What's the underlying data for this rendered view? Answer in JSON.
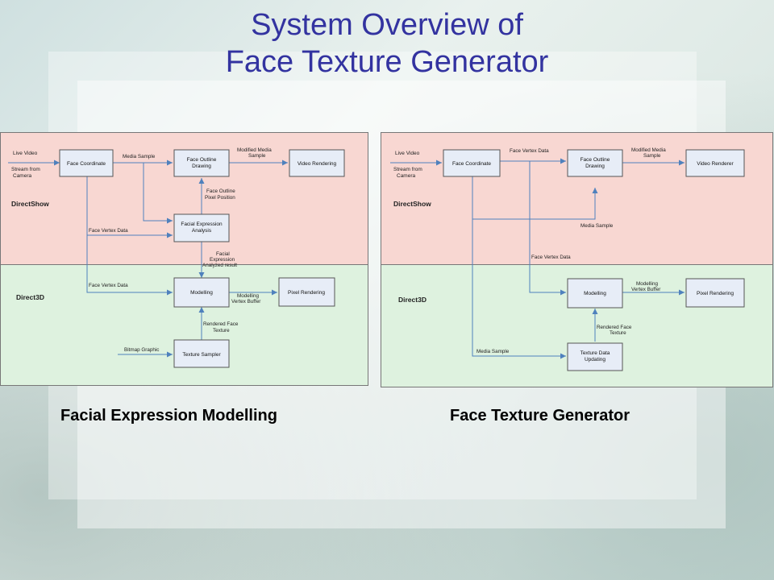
{
  "title": {
    "line1": "System Overview of",
    "line2": "Face Texture Generator"
  },
  "colors": {
    "title": "#3333a0",
    "directshow_band": "#f8d7d2",
    "direct3d_band": "#def2df",
    "box_fill": "#e7edf7",
    "arrow": "#4f81bd"
  },
  "left_diagram": {
    "caption": "Facial Expression Modelling",
    "band_top": "DirectShow",
    "band_bottom": "Direct3D",
    "input_line1": "Live Video",
    "input_line2": "Stream from",
    "input_line3": "Camera",
    "box_face_coordinate": "Face Coordinate",
    "box_outline_line1": "Face Outline",
    "box_outline_line2": "Drawing",
    "box_video": "Video Rendering",
    "box_analysis_line1": "Facial Expression",
    "box_analysis_line2": "Analysis",
    "box_modelling": "Modelling",
    "box_pixel": "Pixel Rendering",
    "box_sampler": "Texture Sampler",
    "lbl_media_sample": "Media Sample",
    "lbl_modified_line1": "Modified Media",
    "lbl_modified_line2": "Sample",
    "lbl_outline_pos_line1": "Face Outline",
    "lbl_outline_pos_line2": "Pixel Position",
    "lbl_vertex_a": "Face Vertex Data",
    "lbl_vertex_b": "Face Vertex Data",
    "lbl_fe_line1": "Facial",
    "lbl_fe_line2": "Expression",
    "lbl_fe_line3": "Analyzed result",
    "lbl_buffer_line1": "Modelling",
    "lbl_buffer_line2": "Vertex Buffer",
    "lbl_rendered_line1": "Rendered Face",
    "lbl_rendered_line2": "Texture",
    "lbl_bitmap": "Bitmap Graphic"
  },
  "right_diagram": {
    "caption": "Face Texture Generator",
    "band_top": "DirectShow",
    "band_bottom": "Direct3D",
    "input_line1": "Live Video",
    "input_line2": "Stream from",
    "input_line3": "Camera",
    "box_face_coordinate": "Face Coordinate",
    "box_outline_line1": "Face Outline",
    "box_outline_line2": "Drawing",
    "box_video": "Video Renderer",
    "box_modelling": "Modelling",
    "box_pixel": "Pixel Rendering",
    "box_texture_line1": "Texture Data",
    "box_texture_line2": "Updating",
    "lbl_vertex_top": "Face Vertex Data",
    "lbl_modified_line1": "Modified Media",
    "lbl_modified_line2": "Sample",
    "lbl_media_sample_a": "Media Sample",
    "lbl_vertex_mid": "Face Vertex Data",
    "lbl_buffer_line1": "Modelling",
    "lbl_buffer_line2": "Vertex Buffer",
    "lbl_rendered_line1": "Rendered Face",
    "lbl_rendered_line2": "Texture",
    "lbl_media_sample_b": "Media Sample"
  }
}
